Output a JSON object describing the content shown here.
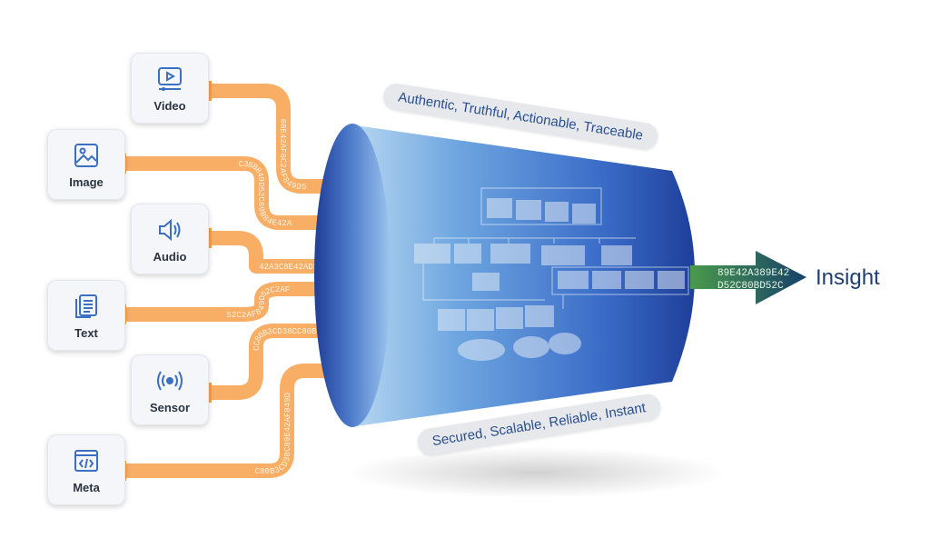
{
  "inputs": [
    {
      "label": "Video",
      "icon": "video-play-icon",
      "stream": "08E42AF8C2AF849D5"
    },
    {
      "label": "Image",
      "icon": "image-icon",
      "stream": "C38B849D52C80B84E42A"
    },
    {
      "label": "Audio",
      "icon": "speaker-icon",
      "stream": "42A3C8E42AD38C89E4"
    },
    {
      "label": "Text",
      "icon": "document-icon",
      "stream": "52C2AF849D52C2AF"
    },
    {
      "label": "Sensor",
      "icon": "broadcast-icon",
      "stream": "CC80B3CD38CC80B3C"
    },
    {
      "label": "Meta",
      "icon": "code-window-icon",
      "stream": "C80B3CD38C89E42AF849D"
    }
  ],
  "taglines": {
    "top": "Authentic, Truthful, Actionable, Traceable",
    "bottom": "Secured, Scalable, Reliable, Instant"
  },
  "output": {
    "label": "Insight",
    "stream_lines": [
      "89E42A389E42",
      "D52C80BD52C"
    ]
  },
  "colors": {
    "stream": "#f7a04a",
    "cylinder_dark": "#1e3f9a",
    "cylinder_light": "#c7e2f5",
    "arrow": "#2f8a4a",
    "accent_text": "#2a4f8f"
  }
}
